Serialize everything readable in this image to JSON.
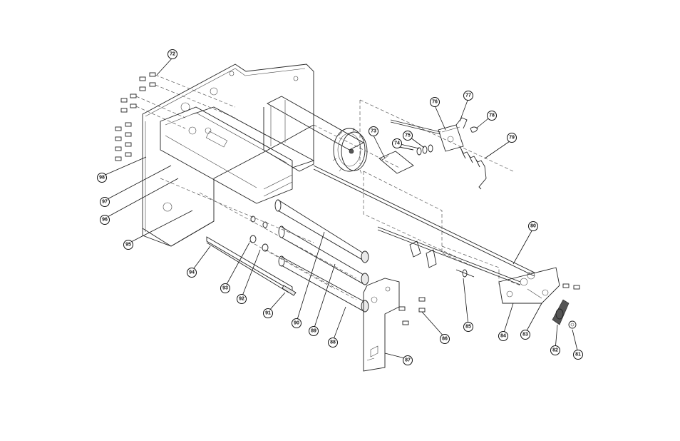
{
  "callouts": [
    {
      "id": "c72",
      "label": "72"
    },
    {
      "id": "c73",
      "label": "73"
    },
    {
      "id": "c74",
      "label": "74"
    },
    {
      "id": "c75",
      "label": "75"
    },
    {
      "id": "c76",
      "label": "76"
    },
    {
      "id": "c77",
      "label": "77"
    },
    {
      "id": "c78",
      "label": "78"
    },
    {
      "id": "c79",
      "label": "79"
    },
    {
      "id": "c80",
      "label": "80"
    },
    {
      "id": "c81",
      "label": "81"
    },
    {
      "id": "c82",
      "label": "82"
    },
    {
      "id": "c83",
      "label": "83"
    },
    {
      "id": "c84",
      "label": "84"
    },
    {
      "id": "c85",
      "label": "85"
    },
    {
      "id": "c86",
      "label": "86"
    },
    {
      "id": "c87",
      "label": "87"
    },
    {
      "id": "c88",
      "label": "88"
    },
    {
      "id": "c89",
      "label": "89"
    },
    {
      "id": "c90",
      "label": "90"
    },
    {
      "id": "c91",
      "label": "91"
    },
    {
      "id": "c92",
      "label": "92"
    },
    {
      "id": "c93",
      "label": "93"
    },
    {
      "id": "c94",
      "label": "94"
    },
    {
      "id": "c95",
      "label": "95"
    },
    {
      "id": "c96",
      "label": "96"
    },
    {
      "id": "c97",
      "label": "97"
    },
    {
      "id": "c98",
      "label": "98"
    }
  ]
}
